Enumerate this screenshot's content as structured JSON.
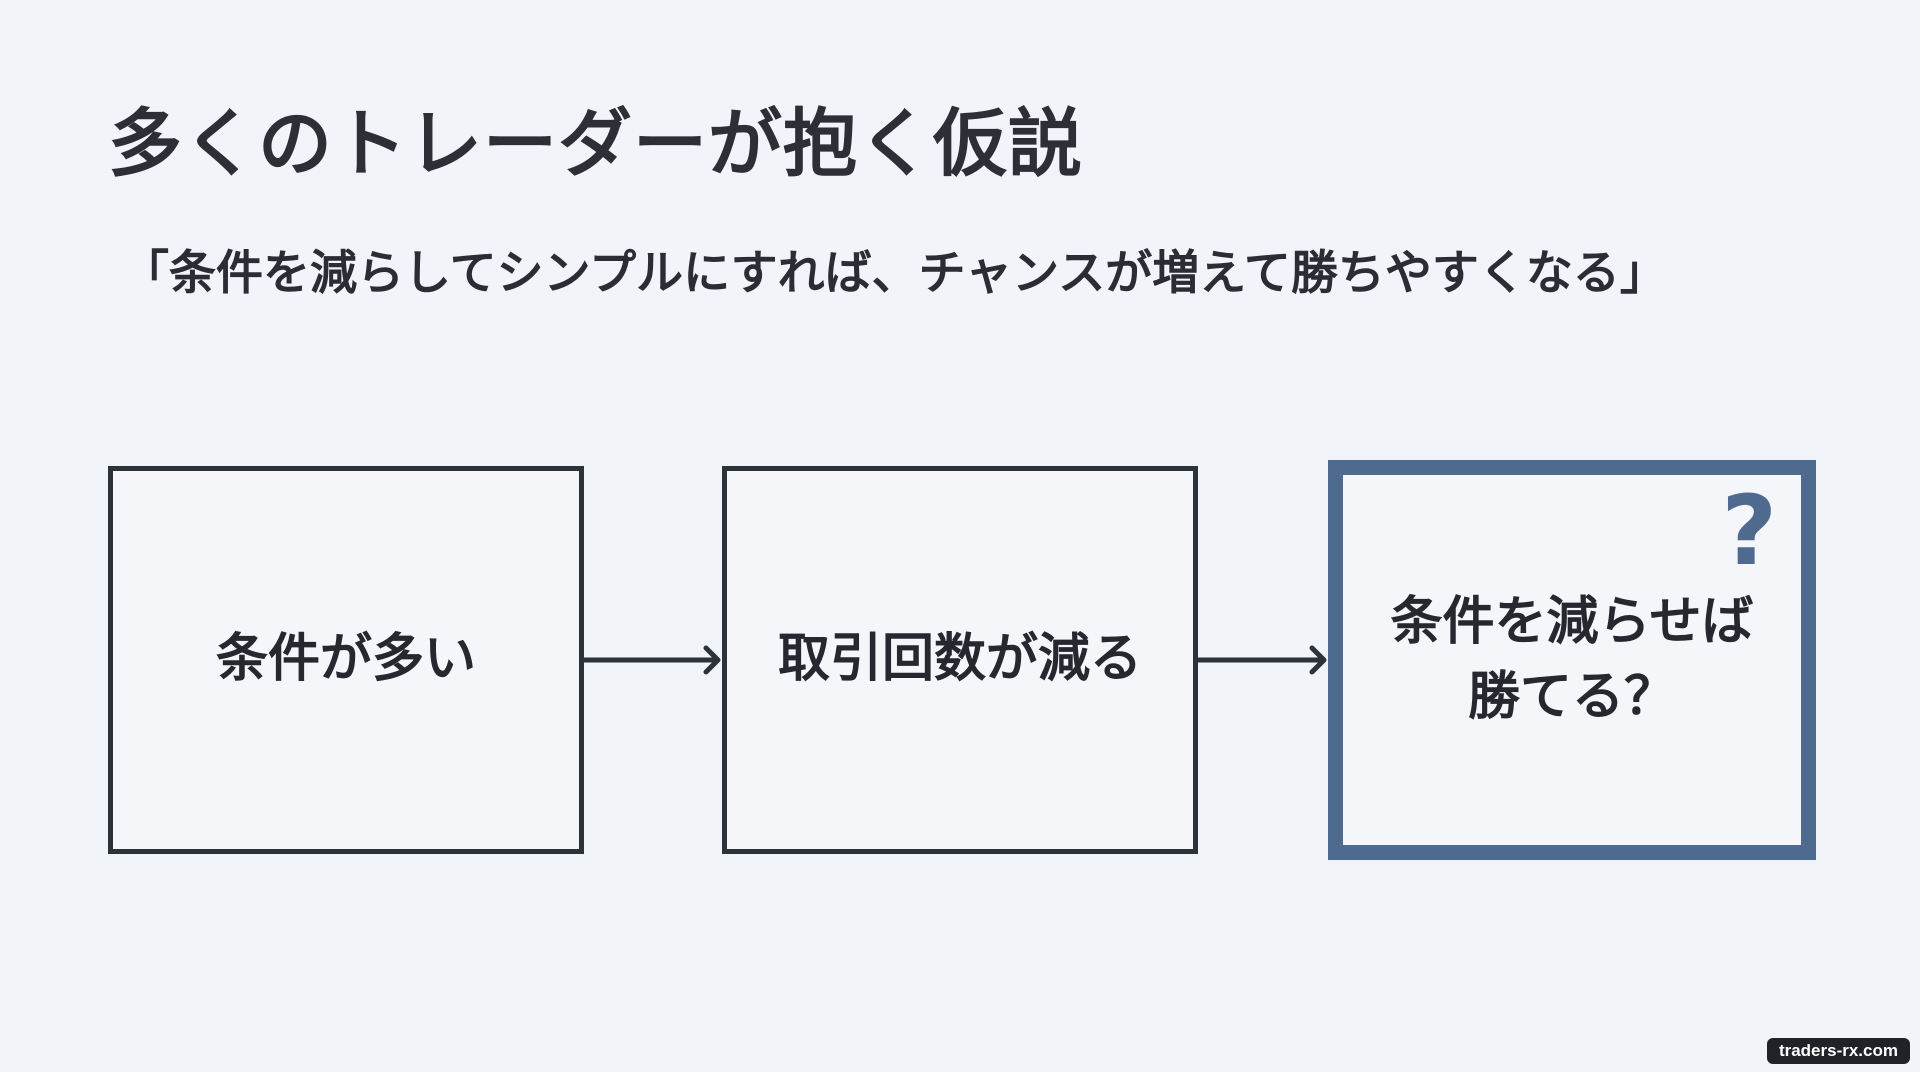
{
  "slide": {
    "title": "多くのトレーダーが抱く仮説",
    "quote": "「条件を減らしてシンプルにすれば、チャンスが増えて勝ちやすくなる」"
  },
  "flow": {
    "steps": [
      {
        "label": "条件が多い"
      },
      {
        "label": "取引回数が減る"
      },
      {
        "label": "条件を減らせば\n勝てる？",
        "badge": "?"
      }
    ]
  },
  "watermark": "traders-rx.com",
  "colors": {
    "background": "#f1f4f8",
    "text": "#2b2f35",
    "accent": "#4e6a8e"
  }
}
